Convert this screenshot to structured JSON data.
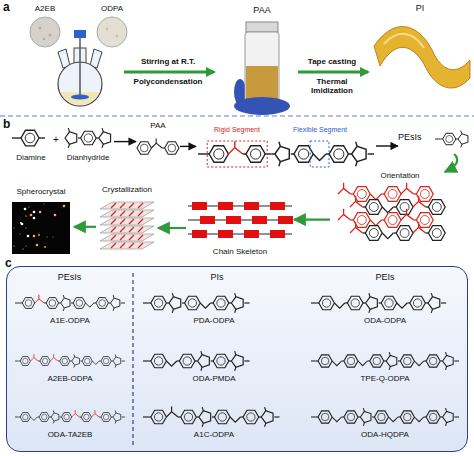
{
  "diagram": {
    "nodes": [
      {
        "text": [
          "Diamine"
        ]
      },
      {
        "text": [
          "Dianhydride"
        ]
      },
      {
        "text": [
          "PAA"
        ]
      },
      {
        "text": [
          "Rigid Segment",
          "Flexible Segment"
        ]
      },
      {
        "text": [
          "PEsIs"
        ]
      },
      {
        "text": [
          "Orientation"
        ]
      },
      {
        "text": [
          "Chain Skeleton"
        ]
      },
      {
        "text": [
          "Crystallization"
        ]
      },
      {
        "text": [
          "Spherocrystal"
        ]
      },
      {
        "text": [
          "c",
          "PEsIs",
          "PIs",
          "PEIs"
        ]
      },
      {
        "text": [
          "A1E-ODPA"
        ],
        "in": 9
      },
      {
        "text": [
          "PDA-ODPA"
        ],
        "in": 9
      },
      {
        "text": [
          "ODA-ODPA"
        ],
        "in": 9
      },
      {
        "text": [
          "A2EB-ODPA"
        ],
        "in": 9
      },
      {
        "text": [
          "ODA-PMDA"
        ],
        "in": 9
      },
      {
        "text": [
          "TPE-Q-ODPA"
        ],
        "in": 9
      },
      {
        "text": [
          "ODA-TA2EB"
        ],
        "in": 9
      },
      {
        "text": [
          "A1C-ODPA"
        ],
        "in": 9
      },
      {
        "text": [
          "ODA-HQDPA"
        ],
        "in": 9
      }
    ],
    "edges": [
      {
        "from": 1,
        "to": 2,
        "arrow": "to"
      },
      {
        "from": 2,
        "to": 3,
        "arrow": "to"
      },
      {
        "from": 3,
        "to": 4,
        "arrow": "to"
      },
      {
        "from": 4,
        "to": 5,
        "arrow": "to"
      },
      {
        "from": 5,
        "to": 6,
        "arrow": "to"
      },
      {
        "from": 6,
        "to": 7,
        "arrow": "to"
      },
      {
        "from": 7,
        "to": 8,
        "arrow": "to"
      }
    ],
    "labels": [
      "a",
      "A2EB",
      "ODPA",
      "Stirring at R.T.",
      "Polycondensation",
      "PAA",
      "Tape casting",
      "Thermal Imidization",
      "PI",
      "b",
      "+"
    ]
  }
}
